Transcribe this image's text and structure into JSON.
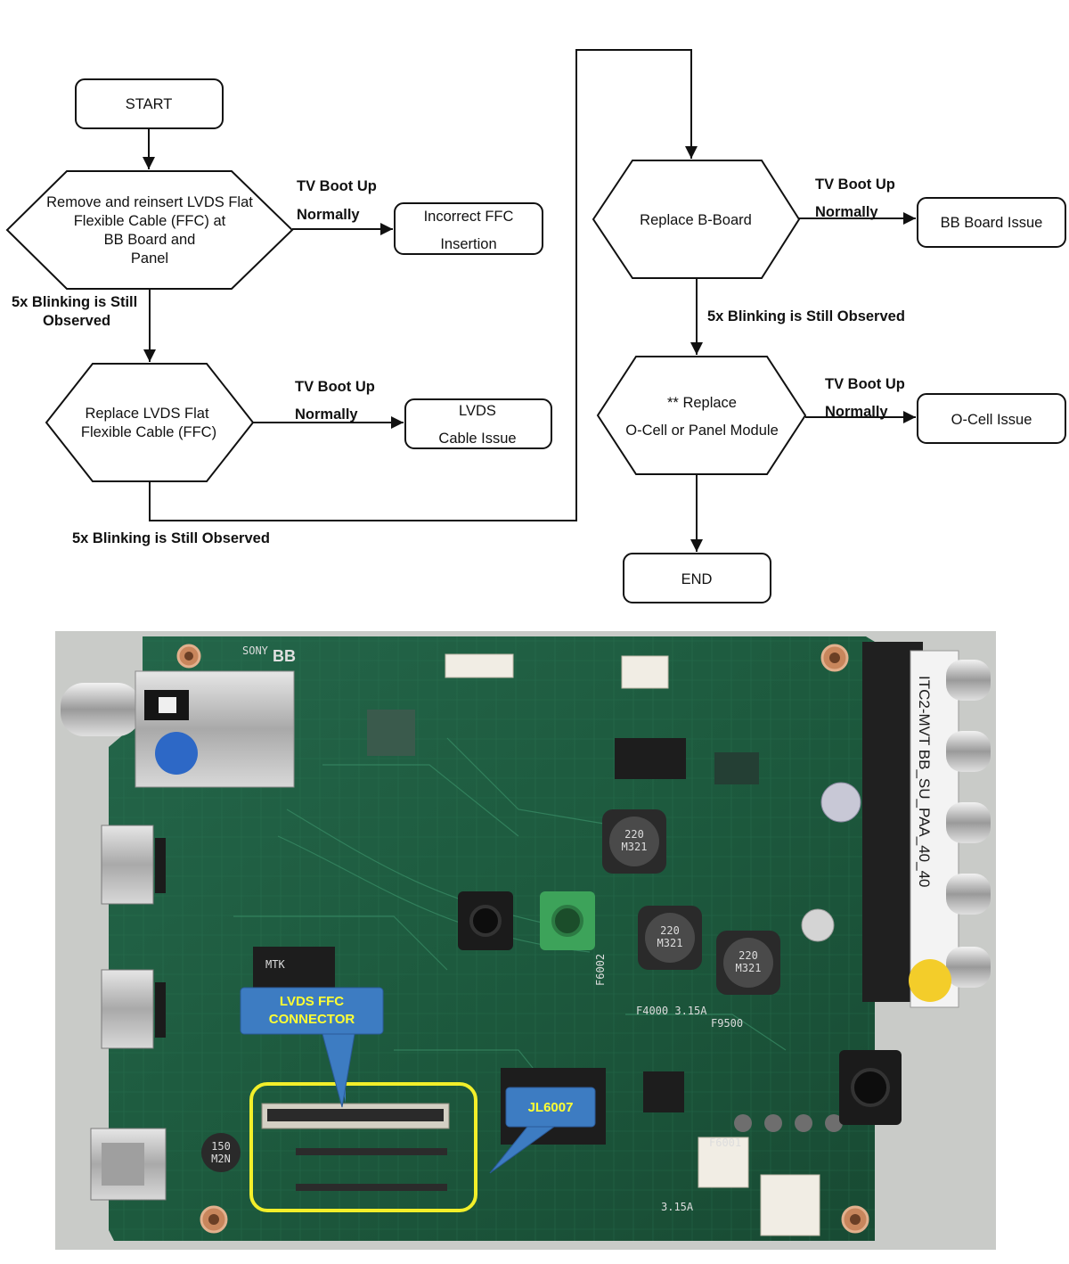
{
  "nodes": {
    "start": "START",
    "step1": [
      "Remove and reinsert LVDS Flat",
      "Flexible Cable (FFC) at",
      "BB Board and",
      "Panel"
    ],
    "step2": [
      "Replace LVDS Flat",
      "Flexible Cable (FFC)"
    ],
    "step3": "Replace B-Board",
    "step4": [
      "** Replace",
      "O-Cell  or Panel Module"
    ],
    "result1": [
      "Incorrect FFC",
      "Insertion"
    ],
    "result2": [
      "LVDS",
      "Cable Issue"
    ],
    "result3": "BB Board Issue",
    "result4": "O-Cell Issue",
    "end": "END"
  },
  "edges": {
    "boot_up_1": "TV Boot Up",
    "boot_up_2": "Normally",
    "blinking_split": [
      "5x Blinking is Still",
      "Observed"
    ],
    "blinking": "5x Blinking is Still Observed"
  },
  "photo": {
    "callout_ffc": [
      "LVDS FFC",
      "CONNECTOR"
    ],
    "callout_jl": "JL6007",
    "connector_label": "ITC2-MVT BB_SU_PAA_40_40",
    "brand": "SONY",
    "board_mark": "BB",
    "inductor_a": [
      "220",
      "M321"
    ],
    "inductor_b": [
      "220",
      "M321"
    ],
    "inductor_c": [
      "220",
      "M321"
    ],
    "inductor_d": [
      "150",
      "M2N"
    ],
    "fuse_1": "F4000 3.15A",
    "fuse_2": "F9500",
    "fuse_3": "F6002",
    "fuse_4": "F6001",
    "fuse_5": "3.15A",
    "chip_label": "MTK",
    "colors": {
      "board": "#1f5a3c",
      "callout_fill": "#3d7cc2",
      "callout_text": "#ffff33",
      "highlight": "#f2ef2a",
      "marker": "#f3cd2a"
    }
  }
}
